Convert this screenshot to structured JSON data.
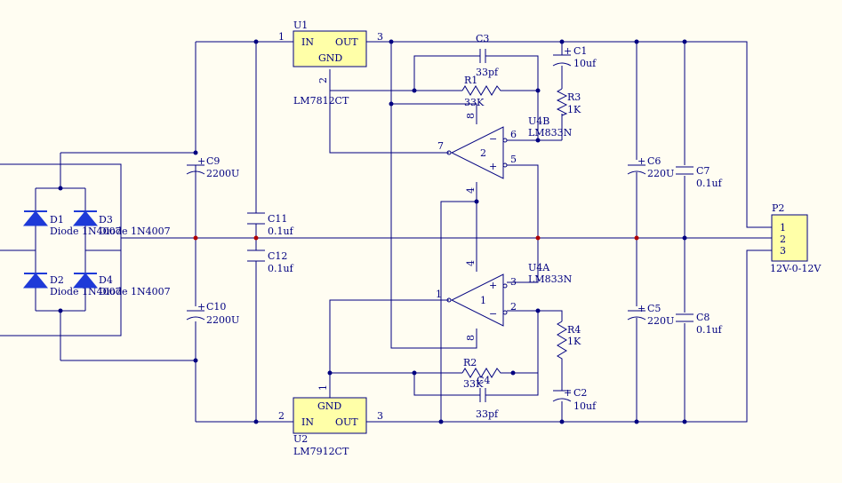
{
  "schematic": {
    "u1": {
      "ref": "U1",
      "value": "LM7812CT",
      "pin_in": "IN",
      "pin_out": "OUT",
      "pin_gnd": "GND",
      "pin1": "1",
      "pin2": "2",
      "pin3": "3"
    },
    "u2": {
      "ref": "U2",
      "value": "LM7912CT",
      "pin_in": "IN",
      "pin_out": "OUT",
      "pin_gnd": "GND",
      "pin1": "1",
      "pin2": "2",
      "pin3": "3"
    },
    "c1": {
      "ref": "C1",
      "value": "10uf"
    },
    "c2": {
      "ref": "C2",
      "value": "10uf"
    },
    "c3": {
      "ref": "C3",
      "value": "33pf"
    },
    "c4": {
      "ref": "C4",
      "value": "33pf"
    },
    "c5": {
      "ref": "C5",
      "value": "220U"
    },
    "c6": {
      "ref": "C6",
      "value": "220U"
    },
    "c7": {
      "ref": "C7",
      "value": "0.1uf"
    },
    "c8": {
      "ref": "C8",
      "value": "0.1uf"
    },
    "c9": {
      "ref": "C9",
      "value": "2200U"
    },
    "c10": {
      "ref": "C10",
      "value": "2200U"
    },
    "c11": {
      "ref": "C11",
      "value": "0.1uf"
    },
    "c12": {
      "ref": "C12",
      "value": "0.1uf"
    },
    "r1": {
      "ref": "R1",
      "value": "33K"
    },
    "r2": {
      "ref": "R2",
      "value": "33K"
    },
    "r3": {
      "ref": "R3",
      "value": "1K"
    },
    "r4": {
      "ref": "R4",
      "value": "1K"
    },
    "d1": {
      "ref": "D1",
      "value": "Diode 1N4007"
    },
    "d2": {
      "ref": "D2",
      "value": "Diode 1N4007"
    },
    "d3": {
      "ref": "D3",
      "value": "Diode 1N4007"
    },
    "d4": {
      "ref": "D4",
      "value": "Diode 1N4007"
    },
    "u4b": {
      "ref": "U4B",
      "value": "LM833N",
      "unit": "2",
      "pin8": "8",
      "pin4": "4",
      "pin7": "7",
      "pin6": "6",
      "pin5": "5",
      "minus": "−",
      "plus": "+"
    },
    "u4a": {
      "ref": "U4A",
      "value": "LM833N",
      "unit": "1",
      "pin4": "4",
      "pin8": "8",
      "pin1": "1",
      "pin3": "3",
      "pin2": "2",
      "minus": "−",
      "plus": "+"
    },
    "p2": {
      "ref": "P2",
      "value": "12V-0-12V",
      "pin1": "1",
      "pin2": "2",
      "pin3": "3"
    },
    "plus": "+",
    "colors": {
      "wire": "#000080",
      "chip_fill": "#ffffa8",
      "diode": "#1e3ad8",
      "junction_red": "#b00000",
      "background": "#fffdf2"
    }
  }
}
